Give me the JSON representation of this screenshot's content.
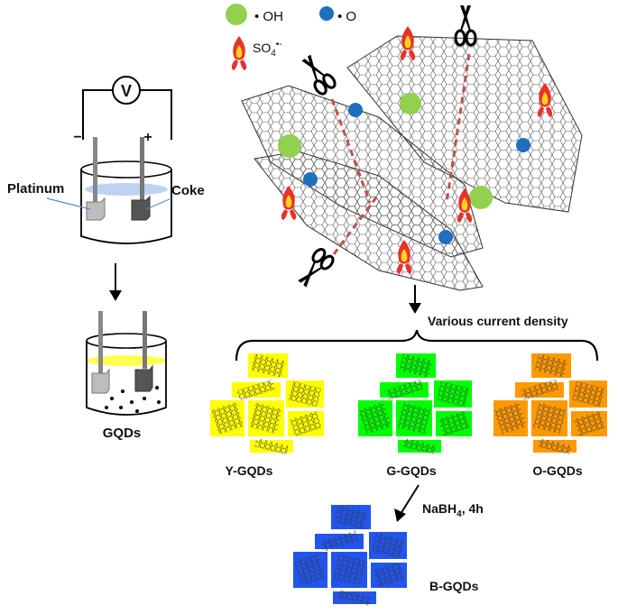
{
  "legend": {
    "oh": "• OH",
    "o": "• O",
    "so4_base": "SO",
    "so4_sub": "4",
    "so4_sup": "•-"
  },
  "cell": {
    "voltmeter": "V",
    "minus": "−",
    "plus": "+",
    "platinum": "Platinum",
    "coke": "Coke",
    "product": "GQDs"
  },
  "process": {
    "current_label": "Various current density",
    "reduction_label_base": "NaBH",
    "reduction_label_sub": "4",
    "reduction_label_rest": ", 4h"
  },
  "groups": [
    {
      "label": "Y-GQDs",
      "color": "#ffff00"
    },
    {
      "label": "G-GQDs",
      "color": "#00ff00"
    },
    {
      "label": "O-GQDs",
      "color": "#ff9900"
    }
  ],
  "reduced": {
    "label": "B-GQDs",
    "color": "#2255ee"
  },
  "colors": {
    "oh_radical": "#92d050",
    "o_radical": "#1f6fbf",
    "flame_outer": "#e8322a",
    "flame_inner": "#ffd21f",
    "cut_line": "#c0504d",
    "electrolyte": "#b9cdf2",
    "electrolyte_product": "#ffff4d"
  }
}
